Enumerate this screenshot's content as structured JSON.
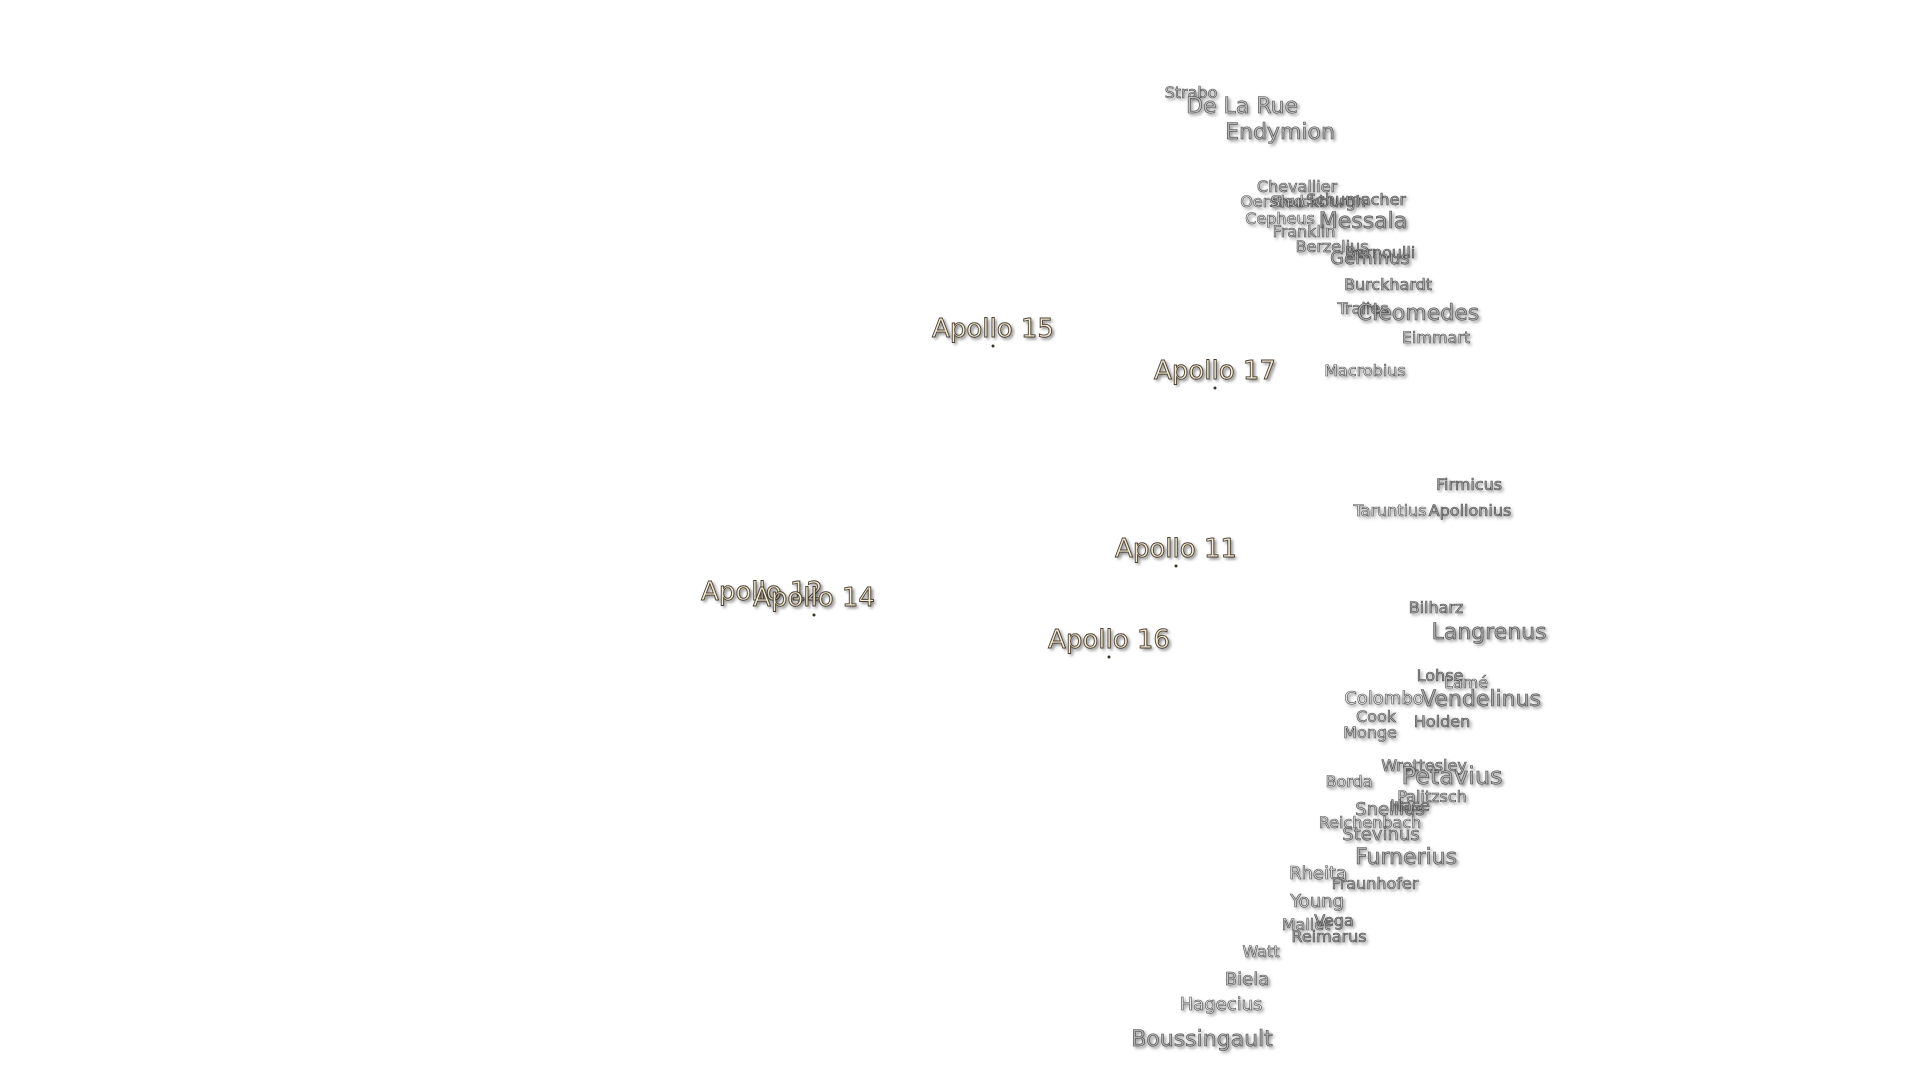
{
  "map": {
    "apollo_sites": [
      {
        "label": "Apollo 15"
      },
      {
        "label": "Apollo 17"
      },
      {
        "label": "Apollo 11"
      },
      {
        "label": "Apollo 12"
      },
      {
        "label": "Apollo 14"
      },
      {
        "label": "Apollo 16"
      }
    ],
    "craters": [
      {
        "label": "Strabo"
      },
      {
        "label": "De La Rue"
      },
      {
        "label": "Endymion"
      },
      {
        "label": "Chevallier"
      },
      {
        "label": "Oersted"
      },
      {
        "label": "Shuckburgh"
      },
      {
        "label": "Schumacher"
      },
      {
        "label": "Messala"
      },
      {
        "label": "Cepheus"
      },
      {
        "label": "Franklin"
      },
      {
        "label": "Berzelius"
      },
      {
        "label": "Bernoulli"
      },
      {
        "label": "Geminus"
      },
      {
        "label": "Burckhardt"
      },
      {
        "label": "Tralles"
      },
      {
        "label": "Cleomedes"
      },
      {
        "label": "Eimmart"
      },
      {
        "label": "Macrobius"
      },
      {
        "label": "Firmicus"
      },
      {
        "label": "Taruntius"
      },
      {
        "label": "Apollonius"
      },
      {
        "label": "Bilharz"
      },
      {
        "label": "Langrenus"
      },
      {
        "label": "Lohse"
      },
      {
        "label": "Lamé"
      },
      {
        "label": "Colombo"
      },
      {
        "label": "Vendelinus"
      },
      {
        "label": "Cook"
      },
      {
        "label": "Holden"
      },
      {
        "label": "Monge"
      },
      {
        "label": "Wrottesley"
      },
      {
        "label": "Petavius"
      },
      {
        "label": "Borda"
      },
      {
        "label": "Palitzsch"
      },
      {
        "label": "Snellius"
      },
      {
        "label": "Hase"
      },
      {
        "label": "Reichenbach"
      },
      {
        "label": "Stevinus"
      },
      {
        "label": "Furnerius"
      },
      {
        "label": "Rheita"
      },
      {
        "label": "Fraunhofer"
      },
      {
        "label": "Young"
      },
      {
        "label": "Mallet"
      },
      {
        "label": "Vega"
      },
      {
        "label": "Reimarus"
      },
      {
        "label": "Watt"
      },
      {
        "label": "Biela"
      },
      {
        "label": "Hagecius"
      },
      {
        "label": "Boussingault"
      }
    ]
  }
}
